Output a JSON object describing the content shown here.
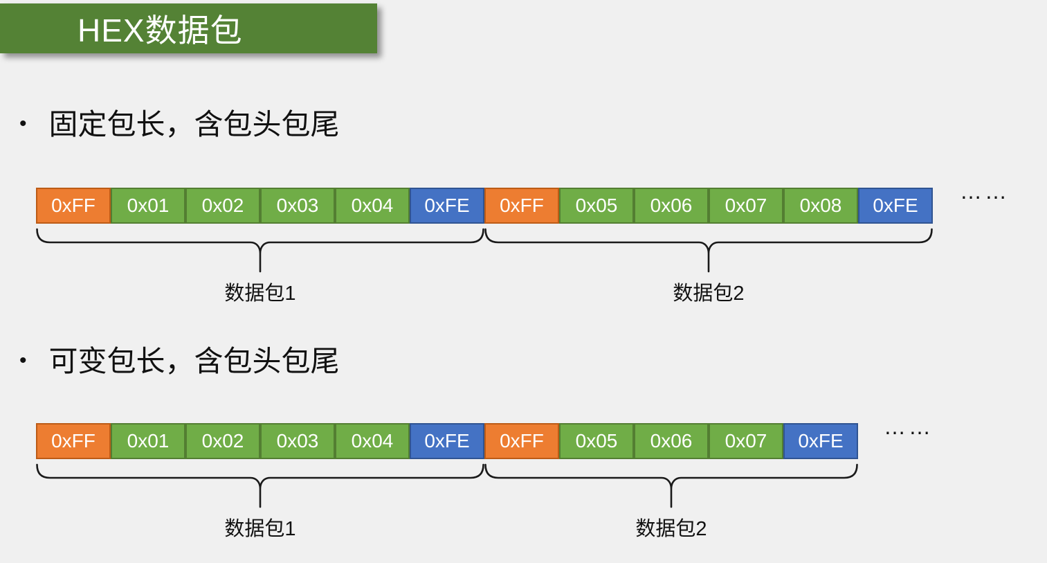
{
  "slide": {
    "title": "HEX数据包",
    "background_color": "#F0F0F0",
    "title_bar_color": "#548235",
    "title_text_color": "#FFFFFF"
  },
  "bullets": [
    {
      "marker": "•",
      "text": "固定包长，含包头包尾"
    },
    {
      "marker": "•",
      "text": "可变包长，含包头包尾"
    }
  ],
  "palette": {
    "header": {
      "fill": "#ED7D31",
      "border": "#BC5B16"
    },
    "data": {
      "fill": "#70AD47",
      "border": "#537E32"
    },
    "footer": {
      "fill": "#4472C4",
      "border": "#305492"
    }
  },
  "diagrams": [
    {
      "name": "固定包长",
      "cells": [
        {
          "text": "0xFF",
          "type": "header"
        },
        {
          "text": "0x01",
          "type": "data"
        },
        {
          "text": "0x02",
          "type": "data"
        },
        {
          "text": "0x03",
          "type": "data"
        },
        {
          "text": "0x04",
          "type": "data"
        },
        {
          "text": "0xFE",
          "type": "footer"
        },
        {
          "text": "0xFF",
          "type": "header"
        },
        {
          "text": "0x05",
          "type": "data"
        },
        {
          "text": "0x06",
          "type": "data"
        },
        {
          "text": "0x07",
          "type": "data"
        },
        {
          "text": "0x08",
          "type": "data"
        },
        {
          "text": "0xFE",
          "type": "footer"
        }
      ],
      "ellipsis": "……",
      "packets": [
        {
          "label": "数据包1"
        },
        {
          "label": "数据包2"
        }
      ]
    },
    {
      "name": "可变包长",
      "cells": [
        {
          "text": "0xFF",
          "type": "header"
        },
        {
          "text": "0x01",
          "type": "data"
        },
        {
          "text": "0x02",
          "type": "data"
        },
        {
          "text": "0x03",
          "type": "data"
        },
        {
          "text": "0x04",
          "type": "data"
        },
        {
          "text": "0xFE",
          "type": "footer"
        },
        {
          "text": "0xFF",
          "type": "header"
        },
        {
          "text": "0x05",
          "type": "data"
        },
        {
          "text": "0x06",
          "type": "data"
        },
        {
          "text": "0x07",
          "type": "data"
        },
        {
          "text": "0xFE",
          "type": "footer"
        }
      ],
      "ellipsis": "……",
      "packets": [
        {
          "label": "数据包1"
        },
        {
          "label": "数据包2"
        }
      ]
    }
  ]
}
